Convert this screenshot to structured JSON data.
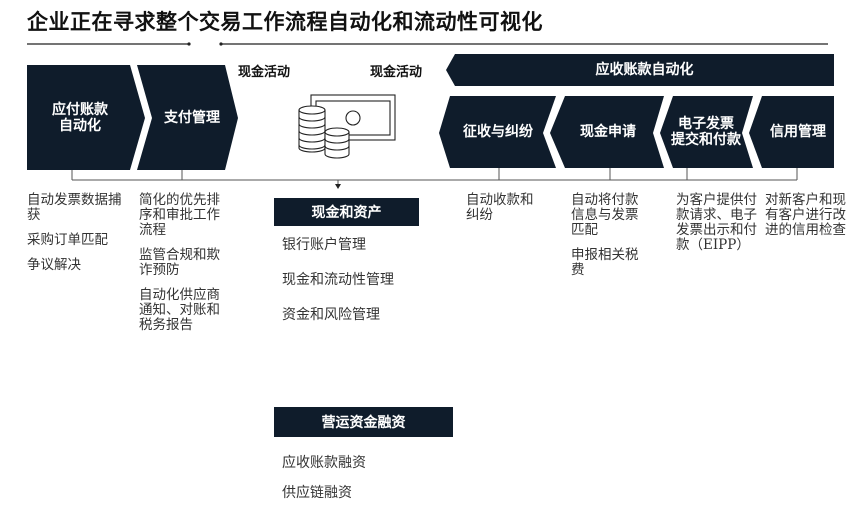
{
  "title": "企业正在寻求整个交易工作流程自动化和流动性可视化",
  "colors": {
    "dark_fill": "#0f1c2b",
    "text": "#333333",
    "line": "#555555"
  },
  "cash_activity_labels": [
    "现金活动",
    "现金活动"
  ],
  "payables": {
    "steps": [
      {
        "label": "应付账款自动化",
        "label_lines": [
          "应付账款",
          "自动化"
        ]
      },
      {
        "label": "支付管理"
      }
    ],
    "descriptions": [
      [
        "自动发票数据捕获",
        "采购订单匹配",
        "争议解决"
      ],
      [
        "简化的优先排序和审批工作流程",
        "监管合规和欺诈预防",
        "自动化供应商通知、对账和税务报告"
      ]
    ]
  },
  "receivables": {
    "banner": "应收账款自动化",
    "steps": [
      {
        "label": "征收与纠纷"
      },
      {
        "label": "现金申请"
      },
      {
        "label": "电子发票提交和付款",
        "label_lines": [
          "电子发票",
          "提交和付款"
        ]
      },
      {
        "label": "信用管理"
      }
    ],
    "descriptions": [
      [
        "自动收款和纠纷"
      ],
      [
        "自动将付款信息与发票匹配",
        "申报相关税费"
      ],
      [
        "为客户提供付款请求、电子发票出示和付款（EIPP）"
      ],
      [
        "对新客户和现有客户进行改进的信用检查"
      ]
    ]
  },
  "illustration": {
    "icon": "cash-coins-icon"
  },
  "cash_assets": {
    "header": "现金和资产",
    "items": [
      "银行账户管理",
      "现金和流动性管理",
      "资金和风险管理"
    ]
  },
  "working_capital": {
    "header": "营运资金融资",
    "items": [
      "应收账款融资",
      "供应链融资"
    ]
  }
}
